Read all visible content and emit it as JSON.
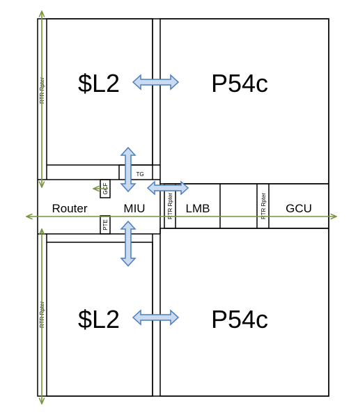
{
  "blocks": {
    "l2_top": "$L2",
    "core_top": "P54c",
    "l2_bottom": "$L2",
    "core_bottom": "P54c",
    "router": "Router",
    "miu": "MIU",
    "lmb": "LMB",
    "gcu": "GCU",
    "tg": "TG",
    "gcf": "GCF",
    "pte": "PTE",
    "rtr_rpter_left_top": "RTR Rpter",
    "rtr_rpter_left_bottom": "RTR Rpter",
    "rtr_rpter_mid": "RTR Rpter",
    "rtr_rpter_right": "RTR Rpter"
  },
  "colors": {
    "outline": "#000000",
    "blue_arrow": "#4a7ebb",
    "green_arrow": "#77933c"
  }
}
